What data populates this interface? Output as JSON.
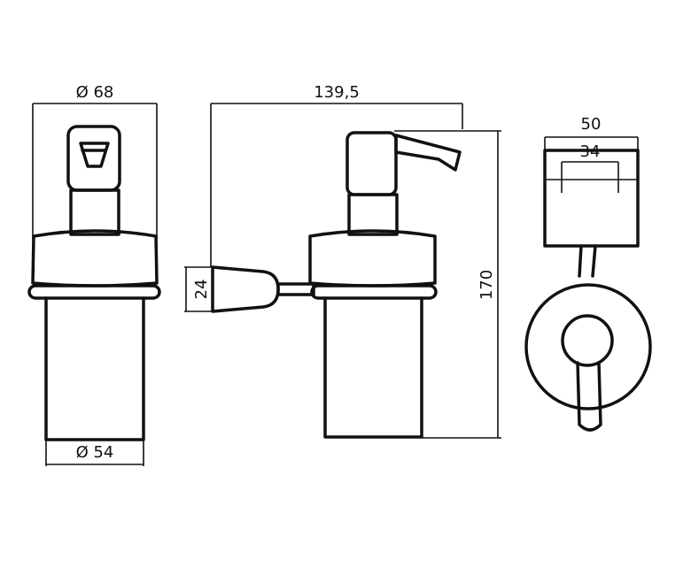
{
  "dimensions": {
    "front_top_diameter": "Ø 68",
    "front_bottom_diameter": "Ø 54",
    "side_depth": "139,5",
    "side_height": "170",
    "bracket_height": "24",
    "top_outer_width": "50",
    "top_inner_width": "34"
  }
}
